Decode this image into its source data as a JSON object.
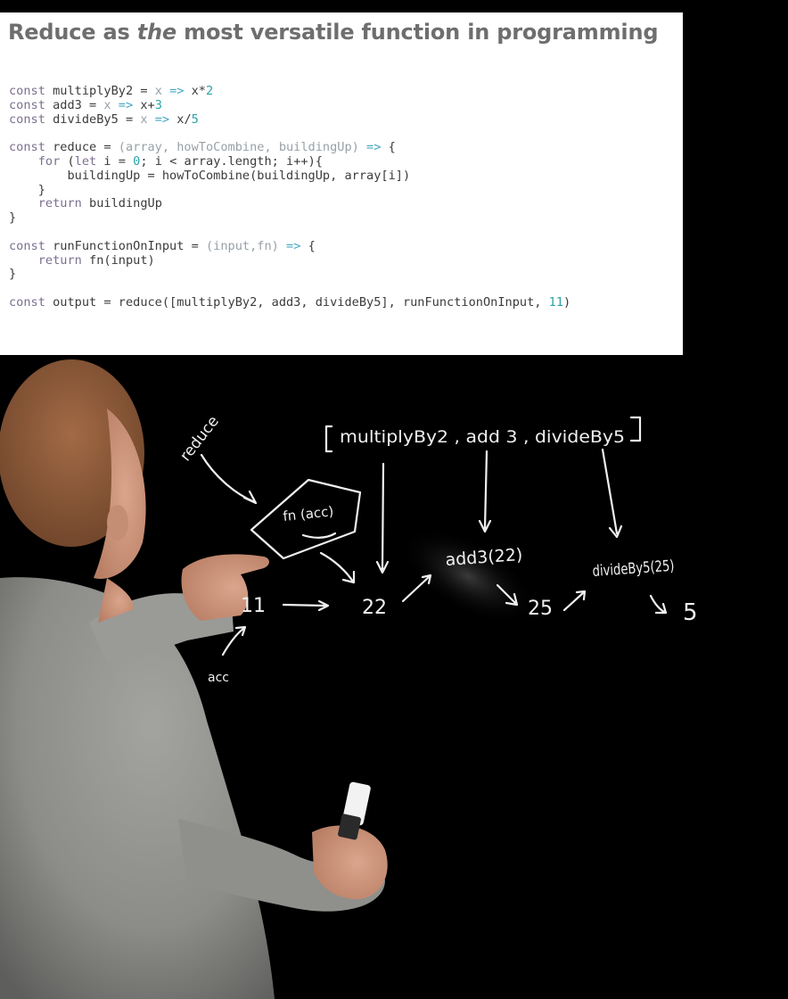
{
  "slide": {
    "title_before": "Reduce as ",
    "title_em": "the",
    "title_after": " most versatile function in programming",
    "code": {
      "kw_const": "const",
      "kw_for": "for",
      "kw_let": "let",
      "kw_return": "return",
      "arrow": "=>",
      "l1_name": " multiplyBy2 = ",
      "l1_param": "x",
      "l1_body": " x*",
      "l1_num": "2",
      "l2_name": " add3 = ",
      "l2_param": "x",
      "l2_body": " x+",
      "l2_num": "3",
      "l3_name": " divideBy5 = ",
      "l3_param": "x",
      "l3_body": " x/",
      "l3_num": "5",
      "l5_name": " reduce = ",
      "l5_params": "(array, howToCombine, buildingUp)",
      "l5_end": " {",
      "l6_a": " (",
      "l6_b": " i = ",
      "l6_num": "0",
      "l6_c": "; i < array.length; i++){",
      "l7": "        buildingUp = howToCombine(buildingUp, array[i])",
      "l8": "    }",
      "l9_rest": " buildingUp",
      "l10": "}",
      "l12_name": " runFunctionOnInput = ",
      "l12_params": "(input,fn)",
      "l12_end": " {",
      "l13_rest": " fn(input)",
      "l14": "}",
      "l16_a": " output = reduce([multiplyBy2, add3, divideBy5], runFunctionOnInput, ",
      "l16_num": "11",
      "l16_end": ")"
    }
  },
  "board": {
    "reduce_label": "reduce",
    "array_open": "[",
    "array_items": "multiplyBy2 , add 3 , divideBy5",
    "array_close": "]",
    "fn_label": "fn (acc)",
    "add3_call": "add3(22)",
    "divide_call": "divideBy5(25)",
    "value_start": "11",
    "value_22": "22",
    "value_25": "25",
    "value_5": "5",
    "acc_label": "acc"
  },
  "colors": {
    "board": "#000000",
    "chalk": "#f0f0f0",
    "slide": "#ffffff",
    "title": "#6e6e6e",
    "keyword": "#7d6f8f",
    "number": "#2aa3a6"
  }
}
